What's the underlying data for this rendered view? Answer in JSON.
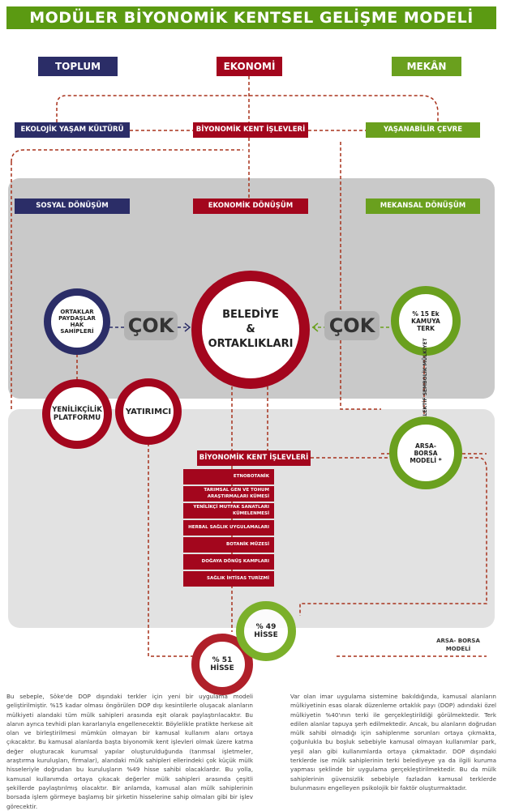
{
  "title": "MODÜLER BİYONOMİK KENTSEL GELİŞME MODELİ",
  "columns": {
    "toplum": "TOPLUM",
    "ekonomi": "EKONOMİ",
    "mekan": "MEKÂN"
  },
  "row1": {
    "toplum": "EKOLOJİK YAŞAM KÜLTÜRÜ",
    "ekonomi": "BİYONOMİK  KENT İŞLEVLERİ",
    "mekan": "YAŞANABİLİR ÇEVRE"
  },
  "row2": {
    "toplum": "SOSYAL DÖNÜŞÜM",
    "ekonomi": "EKONOMİK DÖNÜŞÜM",
    "mekan": "MEKANSAL DÖNÜŞÜM"
  },
  "circles": {
    "ortaklar": "ORTAKLAR PAYDAŞLAR HAK SAHİPLERİ",
    "belediye1": "BELEDİYE",
    "belediye2": "&",
    "belediye3": "ORTAKLIKLARI",
    "terk": "% 15 Ek KAMUYA TERK",
    "yenilikcilik": "YENİLİKÇİLİK PLATFORMU",
    "yatirimci": "YATIRIMCI",
    "arsa": "ARSA- BORSA MODELİ *",
    "h49": "% 49 HİSSE",
    "h51": "% 51 HİSSE"
  },
  "cok": "ÇOK",
  "vertical_label": "KOLLEKTİF SEMBOLİK MÜLKİYET",
  "functions_title": "BİYONOMİK  KENT İŞLEVLERİ",
  "functions": [
    "ETNOBOTANİK",
    "TARIMSAL GEN VE TOHUM ARAŞTIRMALARI KÜMESİ",
    "YENİLİKÇİ MUTFAK SANATLARI KÜMELENMESİ",
    "HERBAL SAĞLIK UYGULAMALARI",
    "BOTANİK MÜZESİ",
    "DOĞAYA DÖNÜŞ KAMPLARI",
    "SAĞLIK İHTİSAS TURİZMİ"
  ],
  "arsa_note": "ARSA- BORSA MODELİ",
  "paragraphs": [
    "Bu sebeple, Söke'de DOP dışındaki terkler için yeni bir uygulama modeli geliştirilmiştir. %15 kadar olması öngörülen DOP dışı kesintilerle oluşacak alanların mülkiyeti alandaki tüm mülk sahipleri arasında eşit olarak paylaştırılacaktır. Bu alanın ayrıca tevhidi plan kararlarıyla engellenecektir. Böylelikle pratikte herkese ait olan ve birleştirilmesi mümkün olmayan bir kamusal kullanım alanı ortaya çıkacaktır. Bu kamusal alanlarda başta biyonomik kent işlevleri olmak üzere katma değer oluşturacak kurumsal yapılar oluşturulduğunda (tarımsal işletmeler, araştırma kuruluşları, firmalar), alandaki mülk sahipleri ellerindeki çok küçük mülk hisseleriyle doğrudan bu kuruluşların %49 hisse sahibi olacaklardır. Bu yolla, kamusal kullanımda ortaya çıkacak değerler mülk sahipleri arasında çeşitli şekillerde paylaştırılmış olacaktır. Bir anlamda, kamusal alan mülk sahiplerinin borsada işlem görmeye başlamış bir şirketin hisselerine sahip olmaları gibi bir işlev görecektir.",
    "Var olan imar uygulama sistemine bakıldığında, kamusal alanların mülkiyetinin esas olarak düzenleme ortaklık payı (DOP) adındaki özel mülkiyetin %40'ının terki ile gerçekleştirildiği görülmektedir. Terk edilen alanlar tapuya şerh edilmektedir. Ancak, bu alanların doğrudan mülk sahibi olmadığı için sahiplenme sorunları ortaya çıkmakta, çoğunlukla bu boşluk sebebiyle kamusal olmayan kullanımlar park, yeşil alan gibi kullanımlarda ortaya çıkmaktadır. DOP dışındaki terklerde ise mülk sahiplerinin terki belediyeye ya da ilgili kuruma yapması şeklinde bir uygulama gerçekleştirilmektedir. Bu da mülk sahiplerinin güvensizlik sebebiyle fazladan kamusal terklerde bulunmasını engelleyen psikolojik bir faktör oluşturmaktadır."
  ],
  "colors": {
    "navy": "#2b2d67",
    "red": "#a3061d",
    "green": "#6aa01e",
    "title": "#5b9a12"
  }
}
